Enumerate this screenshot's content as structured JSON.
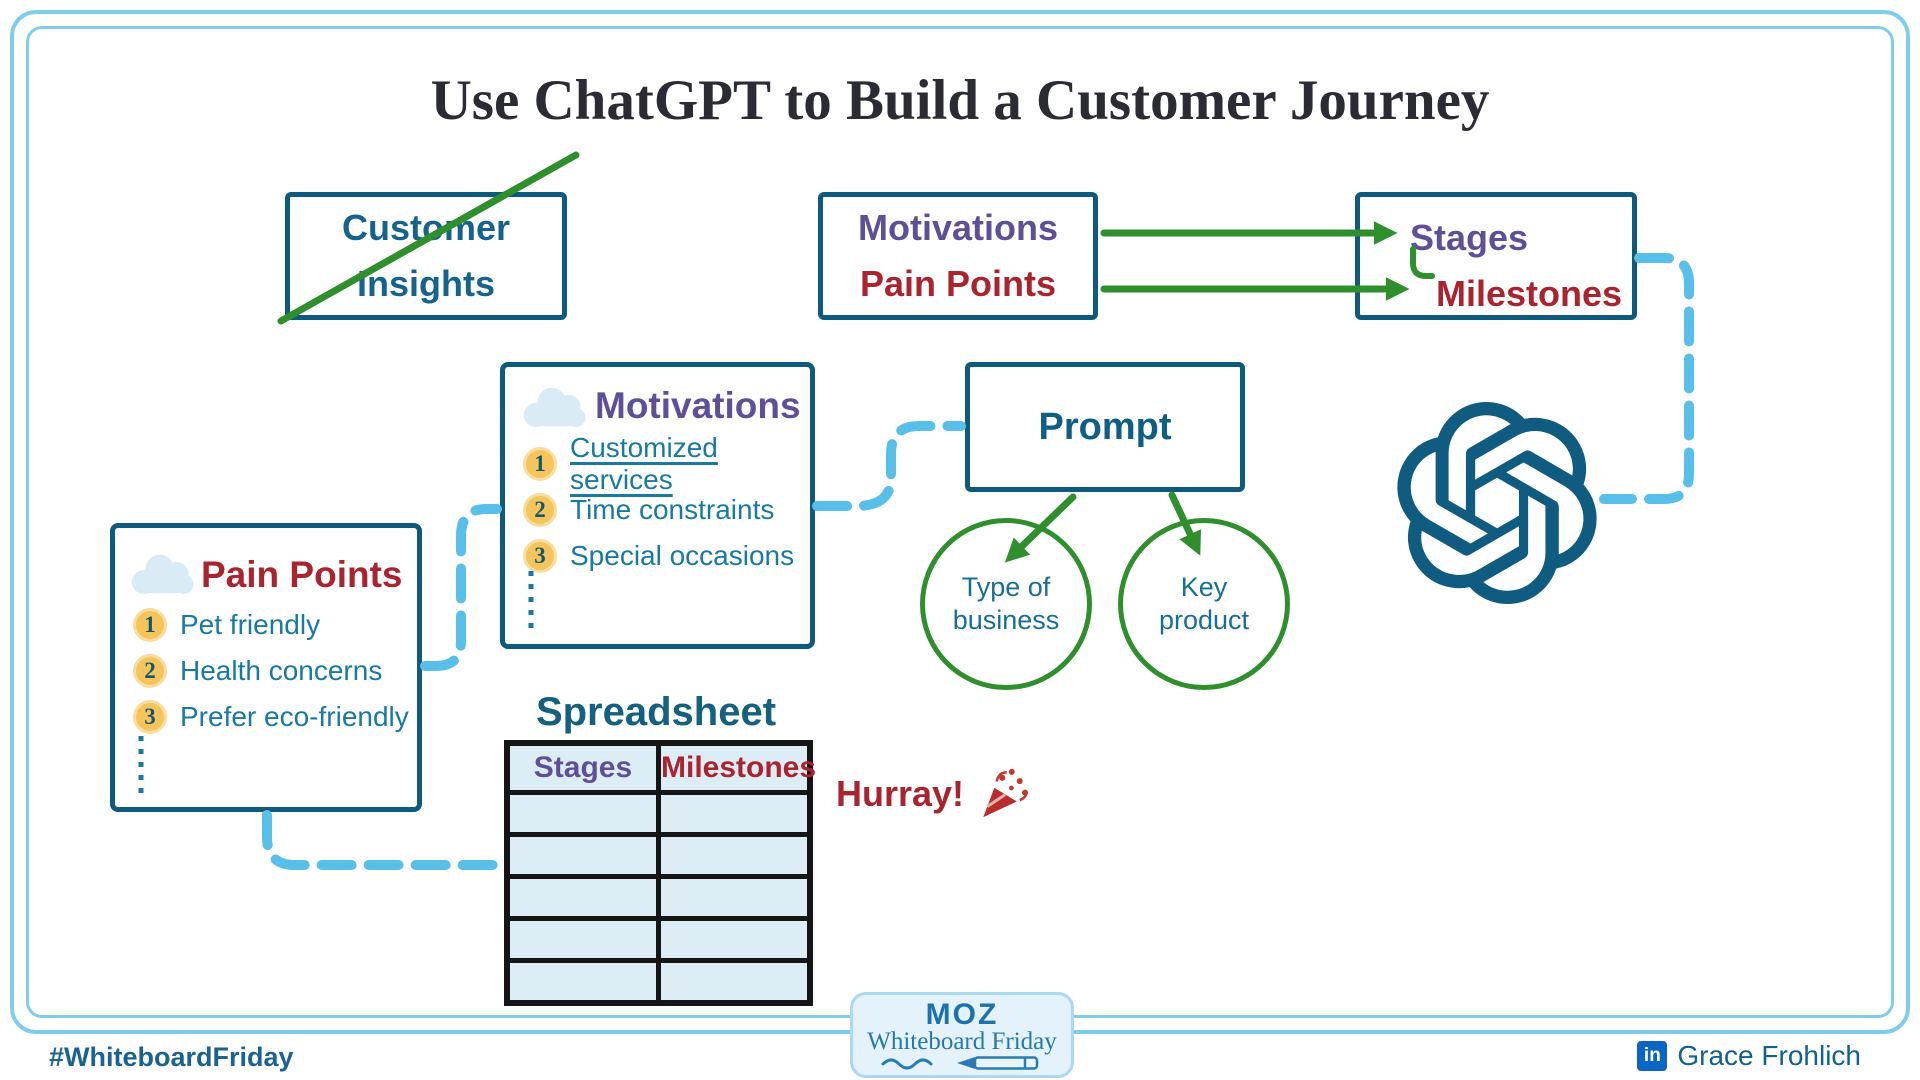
{
  "title": "Use ChatGPT to Build a Customer Journey",
  "colors": {
    "box_border_teal": "#0e5a7d",
    "purple": "#5e5096",
    "red": "#a9242f",
    "green": "#2e8f2c",
    "item_teal": "#187aa1",
    "dash_blue": "#58bfe8",
    "gold_badge": "#f5c55c",
    "linkedin_blue": "#0a66c2",
    "frame_blue": "#7fcdec"
  },
  "crossed_box": {
    "line1": "Customer",
    "line2": "Insights"
  },
  "input_box": {
    "line1": "Motivations",
    "line2": "Pain Points"
  },
  "output_box": {
    "line1": "Stages",
    "line2": "Milestones"
  },
  "motivations_panel": {
    "title": "Motivations",
    "items": [
      {
        "num": "1",
        "text": "Customized services"
      },
      {
        "num": "2",
        "text": "Time constraints"
      },
      {
        "num": "3",
        "text": "Special occasions"
      }
    ]
  },
  "pain_points_panel": {
    "title": "Pain Points",
    "items": [
      {
        "num": "1",
        "text": "Pet friendly"
      },
      {
        "num": "2",
        "text": "Health concerns"
      },
      {
        "num": "3",
        "text": "Prefer eco-friendly"
      }
    ]
  },
  "prompt_box": {
    "label": "Prompt"
  },
  "prompt_circles": [
    {
      "line1": "Type of",
      "line2": "business"
    },
    {
      "line1": "Key",
      "line2": "product"
    }
  ],
  "spreadsheet": {
    "title": "Spreadsheet",
    "headers": [
      "Stages",
      "Milestones"
    ],
    "empty_rows": 5
  },
  "celebration": {
    "text": "Hurray!"
  },
  "badge": {
    "brand": "MOZ",
    "series": "Whiteboard Friday"
  },
  "footer": {
    "hashtag": "#WhiteboardFriday",
    "author": "Grace Frohlich",
    "linkedin_glyph": "in"
  },
  "icons": {
    "panel_icon": "cloud-icon",
    "ai_icon": "openai-logo",
    "celebration_icon": "party-popper-icon",
    "social_icon": "linkedin-icon",
    "badge_icon": "marker-squiggle-icon"
  }
}
